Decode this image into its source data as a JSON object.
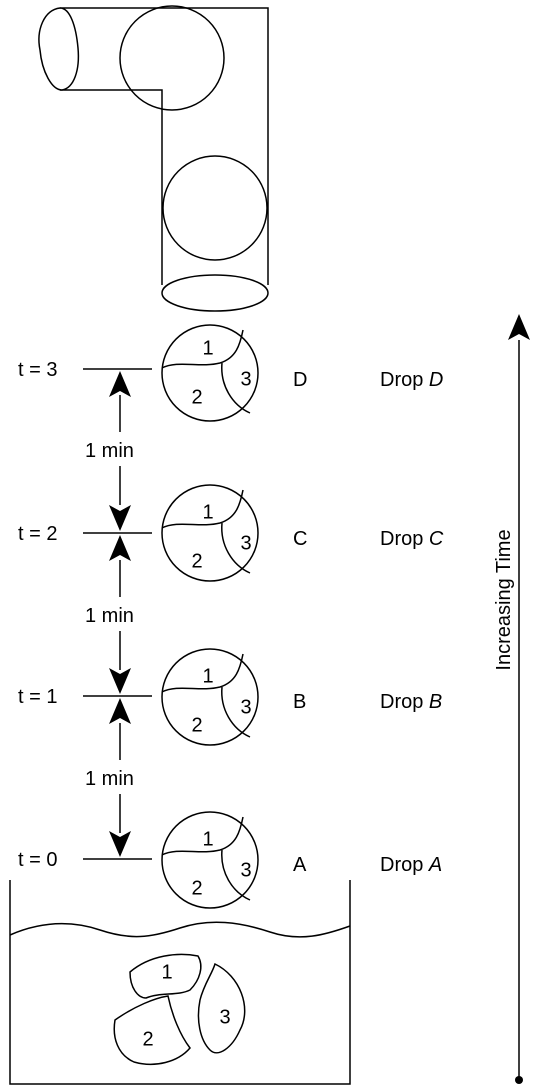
{
  "drops": [
    {
      "time_label": "t = 3",
      "letter": "D",
      "drop_prefix": "Drop",
      "drop_name": "D"
    },
    {
      "time_label": "t = 2",
      "letter": "C",
      "drop_prefix": "Drop",
      "drop_name": "C"
    },
    {
      "time_label": "t = 1",
      "letter": "B",
      "drop_prefix": "Drop",
      "drop_name": "B"
    },
    {
      "time_label": "t = 0",
      "letter": "A",
      "drop_prefix": "Drop",
      "drop_name": "A"
    }
  ],
  "intervals": [
    "1 min",
    "1 min",
    "1 min"
  ],
  "segments": [
    "1",
    "2",
    "3"
  ],
  "pool_segments": [
    "1",
    "2",
    "3"
  ],
  "axis_label": "Increasing Time"
}
